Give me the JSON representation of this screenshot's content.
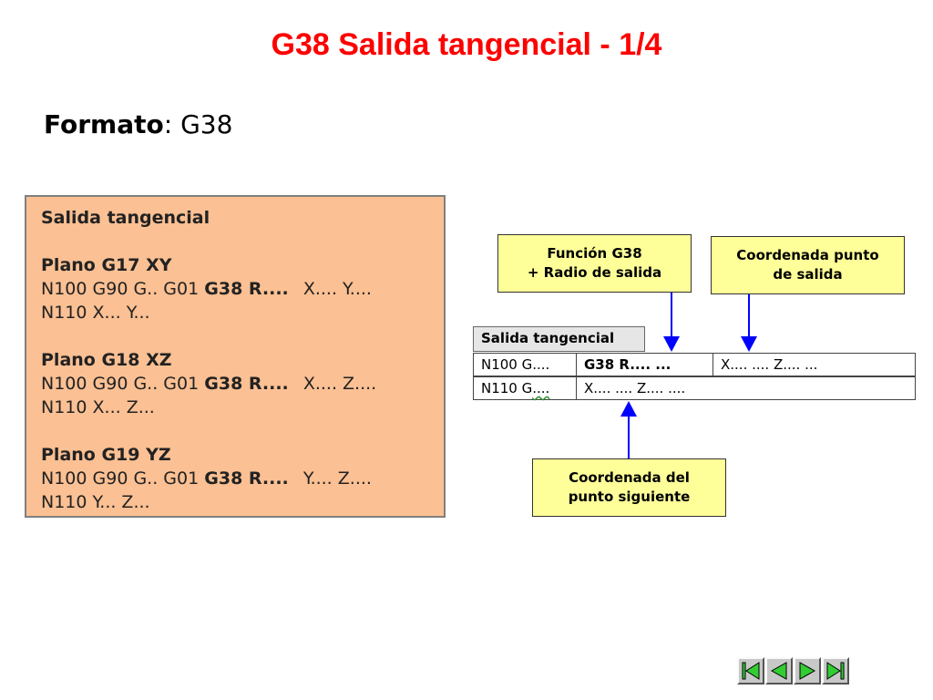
{
  "title": "G38 Salida tangencial - 1/4",
  "colors": {
    "title": "#ff0000",
    "panel_bg": "#fbc093",
    "callout_bg": "#ffff99",
    "arrow": "#0000ff",
    "nav_icon": "#33cc33"
  },
  "formato": {
    "label": "Formato",
    "sep": ":",
    "value": "G38"
  },
  "panel": {
    "heading": "Salida tangencial",
    "sections": [
      {
        "heading": "Plano G17 XY",
        "line1": {
          "pre": "N100 G90 G.. G01",
          "bold": "G38 R....",
          "post": "X.... Y...."
        },
        "line2": "N110 X... Y..."
      },
      {
        "heading": "Plano G18 XZ",
        "line1": {
          "pre": "N100 G90 G.. G01",
          "bold": "G38 R....",
          "post": "X.... Z...."
        },
        "line2": "N110 X... Z..."
      },
      {
        "heading": "Plano G19 YZ",
        "line1": {
          "pre": "N100 G90 G.. G01",
          "bold": "G38 R....",
          "post": "Y.... Z...."
        },
        "line2": "N110 Y... Z..."
      }
    ]
  },
  "diagram": {
    "callout_funcion": {
      "line1": "Función G38",
      "line2": "+ Radio de salida"
    },
    "callout_coord_salida": {
      "line1": "Coordenada punto",
      "line2": "de salida"
    },
    "callout_coord_siguiente": {
      "line1": "Coordenada del",
      "line2": "punto siguiente"
    },
    "table_label": "Salida tangencial",
    "row1": {
      "c1": "N100 G....",
      "c2": "G38 R.... ...",
      "c3": "X.... .... Z.... ..."
    },
    "row2": {
      "c1_pre": "N110 G",
      "c1_squig": "....",
      "c2": "X.... .... Z.... ...."
    }
  },
  "nav": {
    "first_icon": "first-slide-icon",
    "prev_icon": "previous-slide-icon",
    "next_icon": "next-slide-icon",
    "last_icon": "last-slide-icon"
  }
}
